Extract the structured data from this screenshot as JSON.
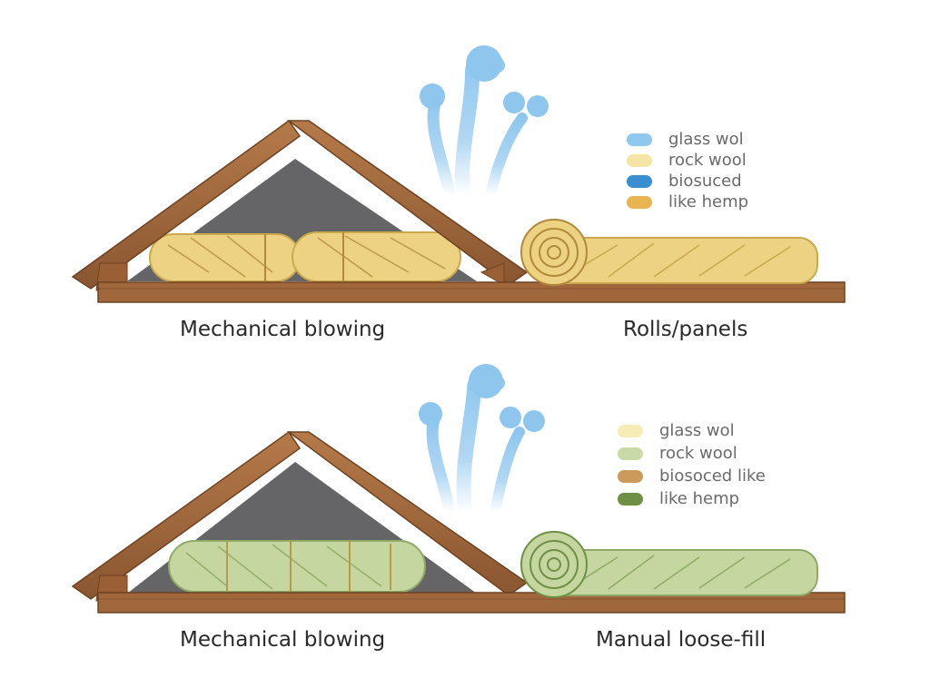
{
  "panels": [
    {
      "id": "top",
      "left_caption": "Mechanical blowing",
      "right_caption": "Rolls/panels",
      "material_colors": {
        "fill": "#ecd282",
        "shade": "#c9a94e",
        "string": "#b08a3a"
      },
      "legend": [
        {
          "label": "glass wol",
          "color": "#8ec8ee"
        },
        {
          "label": "rock wool",
          "color": "#f5e4a6"
        },
        {
          "label": "biosuced",
          "color": "#3a8fd0"
        },
        {
          "label": "like hemp",
          "color": "#e9b552"
        }
      ]
    },
    {
      "id": "bottom",
      "left_caption": "Mechanical blowing",
      "right_caption": "Manual loose-fill",
      "material_colors": {
        "fill": "#c5d6a0",
        "shade": "#8faa66",
        "string": "#b89a4a"
      },
      "legend": [
        {
          "label": "glass wol",
          "color": "#f6ecb8"
        },
        {
          "label": "rock wool",
          "color": "#c9daa8"
        },
        {
          "label": "biosoced  like",
          "color": "#cc9a5a"
        },
        {
          "label": "like hemp",
          "color": "#6f8f45"
        }
      ]
    }
  ],
  "colors": {
    "wood": "#a0673d",
    "wood_dark": "#7a4a28",
    "attic_shadow": "#4a4a4e",
    "air": "#8fc6ee"
  }
}
